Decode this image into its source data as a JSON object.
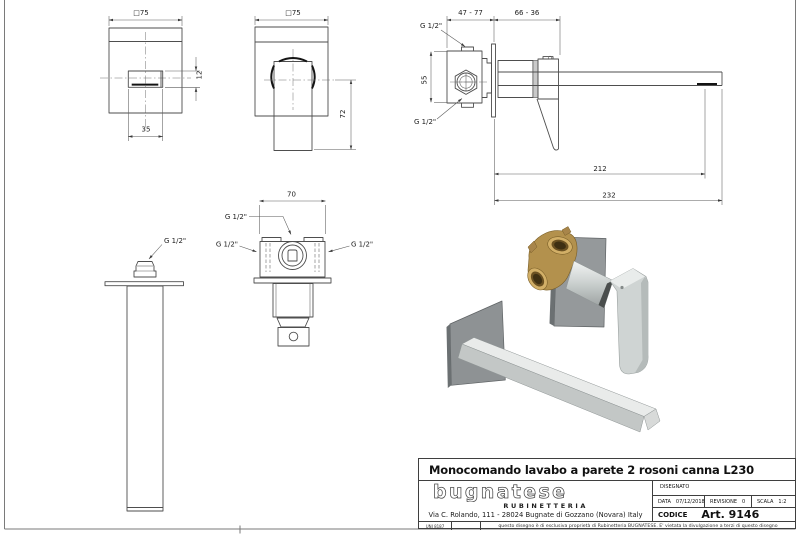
{
  "views": {
    "control_front": {
      "dim_plate": "□75",
      "dim_handle_len": "35",
      "dim_handle_th": "12"
    },
    "control_side": {
      "dim_plate": "□75",
      "dim_lever_drop": "72"
    },
    "assembly_side": {
      "dim_wall_depth": "47 - 77",
      "dim_trim_depth": "66 - 36",
      "label_inlet_top": "G 1/2\"",
      "dim_port_spacing": "55",
      "label_inlet_bottom": "G 1/2\"",
      "dim_spout_reach": "212",
      "dim_total_reach": "232"
    },
    "valve_front": {
      "dim_body_width": "70",
      "label_outlet_top": "G 1/2\"",
      "label_inlet_left": "G 1/2\"",
      "label_inlet_right": "G 1/2\""
    },
    "spout_view": {
      "label_connection": "G 1/2\""
    }
  },
  "title_block": {
    "title": "Monocomando lavabo a parete 2 rosoni canna L230",
    "brand": "bugnatese",
    "brand_sub": "RUBINETTERIA",
    "address": "Via C. Rolando, 111 - 28024 Bugnate di Gozzano (Novara) Italy",
    "drawn_label": "DISEGNATO",
    "date_label": "DATA",
    "date_value": "07/12/2018",
    "revision_label": "REVISIONE",
    "revision_value": "0",
    "scale_label": "SCALA",
    "scale_value": "1:2",
    "code_label": "CODICE",
    "code_value": "Art. 9146",
    "standard": "UNI 8187",
    "disclaimer": "questo disegno è di esclusiva proprietà di Rubinetteria BUGNATESE. E' vietata la divulgazione a terzi di questo disegno"
  },
  "render_colors": {
    "brass": "#b3914d",
    "plate": "#8e9294",
    "chrome": "#d6d9d8"
  }
}
